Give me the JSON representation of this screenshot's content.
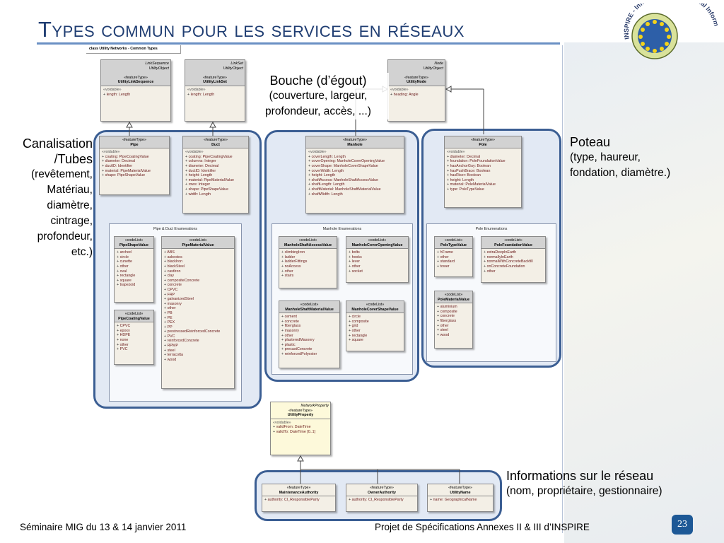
{
  "slide": {
    "title": "Types commun pour les services en réseaux",
    "frame_tag": "class Utility Networks - Common Types",
    "footer_left": "Séminaire MIG du 13 & 14 janvier 2011",
    "footer_right": "Projet de Spécifications Annexes II & III d’INSPIRE",
    "page_number": "23",
    "logo_text": "INSPIRE - Infrastructure for Spatial Information in Europe"
  },
  "labels": {
    "bouche": {
      "line1": "Bouche (d’égout)",
      "line2": "(couverture, largeur,",
      "line3": "profondeur, accès, ...)"
    },
    "canalisation": {
      "line1": "Canalisation",
      "line2": "/Tubes",
      "line3": "(revêtement,",
      "line4": "Matériau,",
      "line5": "diamètre,",
      "line6": "cintrage,",
      "line7": "profondeur,",
      "line8": "etc.)"
    },
    "poteau": {
      "line1": "Poteau",
      "line2": "(type, haureur,",
      "line3": "fondation, diamètre.)"
    },
    "informations": {
      "line1": "Informations sur le réseau",
      "line2": "(nom, propriétaire, gestionnaire)"
    }
  },
  "top_classes": [
    {
      "parent": "LinkSequence",
      "parent2": "UtilityObject",
      "stereo": "«featureType»",
      "name": "UtilityLinkSequence",
      "section": "«voidable»",
      "attrs": [
        "length:  Length"
      ]
    },
    {
      "parent": "LinkSet",
      "parent2": "UtilityObject",
      "stereo": "«featureType»",
      "name": "UtilityLinkSet",
      "section": "«voidable»",
      "attrs": [
        "length:  Length"
      ]
    },
    {
      "parent": "Node",
      "parent2": "UtilityObject",
      "stereo": "«featureType»",
      "name": "UtilityNode",
      "section": "«voidable»",
      "attrs": [
        "heading:  Angle"
      ]
    }
  ],
  "pipe": {
    "stereo": "«featureType»",
    "name": "Pipe",
    "section": "«voidable»",
    "attrs": [
      "coating:  PipeCoatingValue",
      "diameter:  Decimal",
      "ductID:  Identifier",
      "material:  PipeMaterialValue",
      "shape:  PipeShapeValue"
    ]
  },
  "duct": {
    "stereo": "«featureType»",
    "name": "Duct",
    "section": "«voidable»",
    "attrs": [
      "coating:  PipeCoatingValue",
      "columns:  Integer",
      "diameter:  Decimal",
      "ductID:  Identifier",
      "height:  Length",
      "material:  PipeMaterialValue",
      "rows:  Integer",
      "shape:  PipeShapeValue",
      "width:  Length"
    ]
  },
  "manhole": {
    "stereo": "«featureType»",
    "name": "Manhole",
    "section": "«voidable»",
    "attrs": [
      "coverLength:  Length",
      "coverOpening:  ManholeCoverOpeningValue",
      "coverShape:  ManholeCoverShapeValue",
      "coverWidth:  Length",
      "height:  Length",
      "shaftAccess:  ManholeShaftAccessValue",
      "shaftLength:  Length",
      "shaftMaterial:  ManholeShaftMaterialValue",
      "shaftWidth:  Length"
    ]
  },
  "pole": {
    "stereo": "«featureType»",
    "name": "Pole",
    "section": "«voidable»",
    "attrs": [
      "diameter:  Decimal",
      "foundation:  PoleFoundationValue",
      "hasAnchorGuy:  Boolean",
      "hasPushBrace:  Boolean",
      "hasRiser:  Boolean",
      "height:  Length",
      "material:  PoleMaterialValue",
      "type:  PoleTypeValue"
    ]
  },
  "pipe_enum": {
    "title": "Pipe & Duct Enumerations",
    "shape": {
      "stereo": "«codeList»",
      "name": "PipeShapeValue",
      "attrs": [
        "arched",
        "circle",
        "cunette",
        "other",
        "oval",
        "rectangle",
        "square",
        "trapezoid"
      ]
    },
    "coating": {
      "stereo": "«codeList»",
      "name": "PipeCoatingValue",
      "attrs": [
        "CPVC",
        "epoxy",
        "HDPE",
        "none",
        "other",
        "PVC"
      ]
    },
    "material": {
      "stereo": "«codeList»",
      "name": "PipeMaterialValue",
      "attrs": [
        "ABS",
        "asbestos",
        "blackIron",
        "blackSteel",
        "castIron",
        "clay",
        "compositeConcrete",
        "concrete",
        "CPVC",
        "FRP",
        "galvanizedSteel",
        "masonry",
        "other",
        "PB",
        "PE",
        "PEX",
        "PP",
        "prestressedReinforcedConcrete",
        "PVC",
        "reinforcedConcrete",
        "RPMP",
        "steel",
        "terracotta",
        "wood"
      ]
    }
  },
  "manhole_enum": {
    "title": "Manhole Enumerations",
    "access": {
      "stereo": "«codeList»",
      "name": "ManholeShaftAccessValue",
      "attrs": [
        "climbingIron",
        "ladder",
        "ladderFittings",
        "noAccess",
        "other",
        "stairs"
      ]
    },
    "opening": {
      "stereo": "«codeList»",
      "name": "ManholeCoverOpeningValue",
      "attrs": [
        "bolts",
        "hooks",
        "lever",
        "other",
        "socket"
      ]
    },
    "material": {
      "stereo": "«codeList»",
      "name": "ManholeShaftMaterialValue",
      "attrs": [
        "cement",
        "concrete",
        "fiberglass",
        "masonry",
        "other",
        "plasteredMasonry",
        "plastic",
        "precastConcrete",
        "reinforcedPolyester"
      ]
    },
    "shape": {
      "stereo": "«codeList»",
      "name": "ManholeCoverShapeValue",
      "attrs": [
        "circle",
        "composite",
        "grid",
        "other",
        "rectangle",
        "square"
      ]
    }
  },
  "pole_enum": {
    "title": "Pole Enumerations",
    "type": {
      "stereo": "«codeList»",
      "name": "PoleTypeValue",
      "attrs": [
        "hFrame",
        "other",
        "standard",
        "tower"
      ]
    },
    "foundation": {
      "stereo": "«codeList»",
      "name": "PoleFoundationValue",
      "attrs": [
        "extraDeepInEarth",
        "normallyInEarth",
        "normalWithConcreteBackfill",
        "onConcreteFoundation",
        "other"
      ]
    },
    "material": {
      "stereo": "«codeList»",
      "name": "PoleMaterialValue",
      "attrs": [
        "aluminium",
        "composite",
        "concrete",
        "fiberglass",
        "other",
        "steel",
        "wood"
      ]
    }
  },
  "utility_property": {
    "parent": "NetworkProperty",
    "stereo": "«featureType»",
    "name": "UtilityProperty",
    "section": "«voidable»",
    "attrs": [
      "validFrom:  DateTime",
      "validTo:  DateTime [0..1]"
    ]
  },
  "bottom_classes": [
    {
      "stereo": "«featureType»",
      "name": "MaintenanceAuthority",
      "attrs": [
        "authority:  CI_ResponsibleParty"
      ]
    },
    {
      "stereo": "«featureType»",
      "name": "OwnerAuthority",
      "attrs": [
        "authority:  CI_ResponsibleParty"
      ]
    },
    {
      "stereo": "«featureType»",
      "name": "UtilityName",
      "attrs": [
        "name:  GeographicalName"
      ]
    }
  ]
}
